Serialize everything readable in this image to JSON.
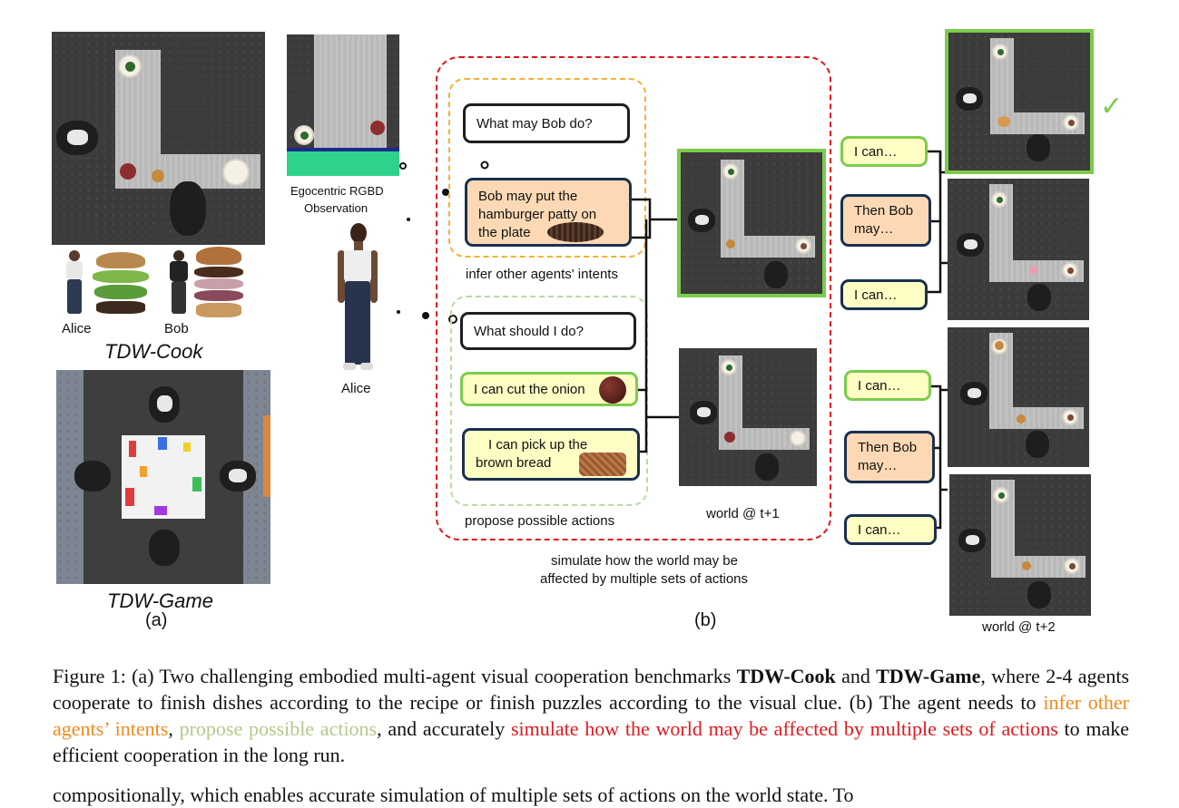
{
  "panel_a": {
    "alice_label": "Alice",
    "bob_label": "Bob",
    "cook_title": "TDW-Cook",
    "game_title": "TDW-Game",
    "sub_label": "(a)"
  },
  "observation": {
    "label_line1": "Egocentric RGBD",
    "label_line2": "Observation",
    "agent_label": "Alice"
  },
  "panel_b": {
    "q1": "What may Bob do?",
    "bob_intent_lines": [
      "Bob may put the",
      "hamburger patty on",
      "the plate"
    ],
    "intent_section": "infer other agents' intents",
    "q2": "What should I do?",
    "action1": "I can cut the onion",
    "action2_lines": [
      "I can pick up the",
      "brown bread"
    ],
    "action_section": "propose possible actions",
    "world_t1": "world @ t+1",
    "simulate_lines": [
      "simulate how the world may be",
      "affected by multiple sets of actions"
    ],
    "sub_label": "(b)",
    "right_top": {
      "a": "I can…",
      "b_lines": [
        "Then Bob",
        "may…"
      ],
      "c": "I can…"
    },
    "right_bottom": {
      "a": "I can…",
      "b_lines": [
        "Then Bob",
        "may…"
      ],
      "c": "I can…"
    },
    "world_t2": "world @ t+2",
    "check_icon": "check-mark-icon"
  },
  "caption": {
    "prefix": "Figure 1: (a) Two challenging embodied multi-agent visual cooperation benchmarks ",
    "bench1": "TDW-Cook",
    "and": " and ",
    "bench2": "TDW-Game",
    "mid1": ", where 2-4 agents cooperate to finish dishes according to the recipe or finish puzzles according to the visual clue. (b) The agent needs to ",
    "infer": "infer other agents’ intents",
    "comma": ", ",
    "propose": "propose possible actions",
    "mid2": ", and accurately ",
    "simulate": "simulate how the world may be affected by multiple sets of actions",
    "suffix": " to make efficient cooperation in the long run."
  },
  "body_text": "compositionally, which enables accurate simulation of multiple sets of actions on the world state. To",
  "colors": {
    "intent_orange": "#f08a1c",
    "action_green": "#b3c98a",
    "simulate_red": "#e0181e",
    "frame_green": "#7ccc4c",
    "dashed_red": "#e0181e",
    "dashed_orange": "#f2b233",
    "dashed_green": "#b7dca0"
  }
}
